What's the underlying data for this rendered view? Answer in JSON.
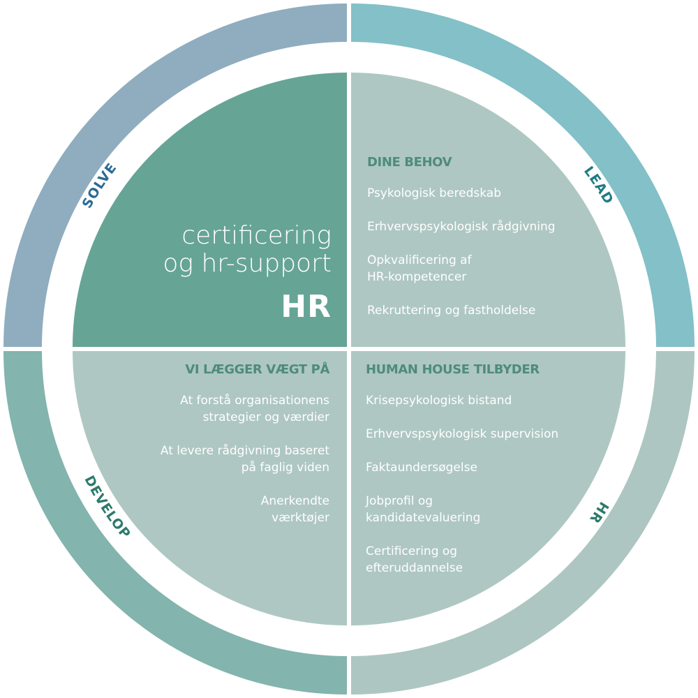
{
  "colors": {
    "ring_solve": "#8fadbf",
    "ring_lead": "#83c0c8",
    "ring_develop": "#83b4ae",
    "ring_hr": "#adc6c1",
    "quadrant_main": "#66a496",
    "quadrant_light": "#aec7c2",
    "ring_label_dark_blue": "#2b6b93",
    "ring_label_teal": "#1f7c86",
    "ring_label_green": "#2c7a6b",
    "heading_text": "#4e8b7d",
    "body_text": "#ffffff"
  },
  "ring_labels": {
    "solve": "SOLVE",
    "lead": "LEAD",
    "develop": "DEVELOP",
    "hr": "HR"
  },
  "hero": {
    "subtitle": "certificering\nog hr-support",
    "title": "HR"
  },
  "needs": {
    "heading": "DINE BEHOV",
    "items": [
      "Psykologisk beredskab",
      "Erhvervspsykologisk rådgivning",
      "Opkvalificering af\nHR-kompetencer",
      "Rekruttering og fastholdelse"
    ]
  },
  "emphasis": {
    "heading": "VI LÆGGER VÆGT PÅ",
    "items": [
      "At forstå organisationens\nstrategier og værdier",
      "At levere rådgivning baseret\npå faglig viden",
      "Anerkendte\nværktøjer"
    ]
  },
  "offers": {
    "heading": "HUMAN HOUSE TILBYDER",
    "items": [
      "Krisepsykologisk bistand",
      "Erhvervspsykologisk supervision",
      "Faktaundersøgelse",
      "Jobprofil og\nkandidatevaluering",
      "Certificering og\nefteruddannelse"
    ]
  }
}
